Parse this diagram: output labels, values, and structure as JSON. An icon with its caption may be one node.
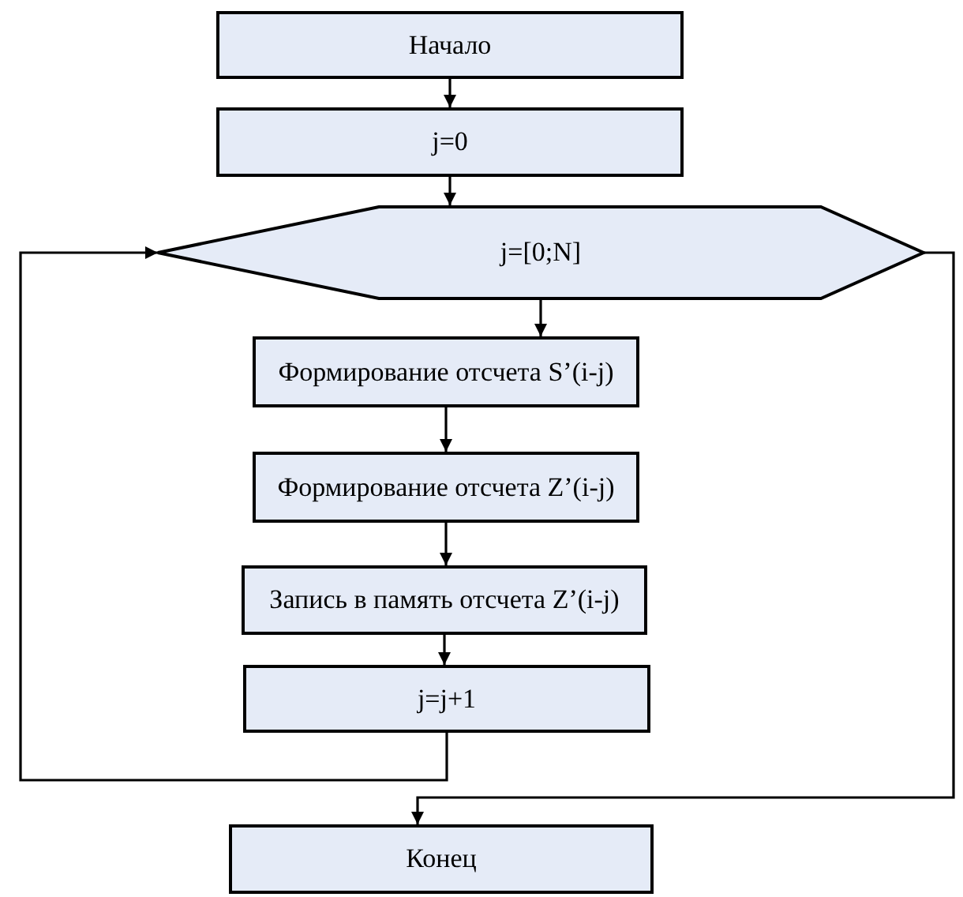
{
  "diagram": {
    "nodes": [
      {
        "text": [
          "Начало"
        ]
      },
      {
        "text": [
          "j=0"
        ]
      },
      {
        "text": [
          "j=[0;N]"
        ]
      },
      {
        "text": [
          "Формирование отсчета S’(i-j)"
        ]
      },
      {
        "text": [
          "Формирование отсчета Z’(i-j)"
        ]
      },
      {
        "text": [
          "Запись в память отсчета Z’(i-j)"
        ]
      },
      {
        "text": [
          "j=j+1"
        ]
      },
      {
        "text": [
          "Конец"
        ]
      }
    ],
    "edges": [
      {
        "from": 0,
        "to": 1,
        "arrow": "to"
      },
      {
        "from": 1,
        "to": 2,
        "arrow": "to"
      },
      {
        "from": 2,
        "to": 3,
        "arrow": "to"
      },
      {
        "from": 3,
        "to": 4,
        "arrow": "to"
      },
      {
        "from": 4,
        "to": 5,
        "arrow": "to"
      },
      {
        "from": 5,
        "to": 6,
        "arrow": "to"
      },
      {
        "from": 6,
        "to": 2,
        "arrow": "to"
      },
      {
        "from": 2,
        "to": 7,
        "arrow": "to"
      }
    ]
  }
}
